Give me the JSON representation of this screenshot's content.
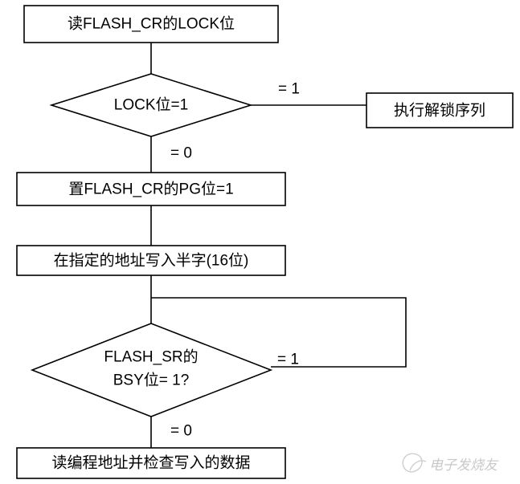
{
  "diagram": {
    "nodes": {
      "read_cr": "读FLASH_CR的LOCK位",
      "lock_check": "LOCK位=1",
      "unlock": "执行解锁序列",
      "set_pg": "置FLASH_CR的PG位=1",
      "write": "在指定的地址写入半字(16位)",
      "bsy_check_line1": "FLASH_SR的",
      "bsy_check_line2": "BSY位= 1?",
      "verify": "读编程地址并检查写入的数据"
    },
    "edge_labels": {
      "lock_yes": "= 1",
      "lock_no": "= 0",
      "bsy_yes": "= 1",
      "bsy_no": "= 0"
    }
  },
  "watermark": {
    "text": "电子发烧友"
  }
}
